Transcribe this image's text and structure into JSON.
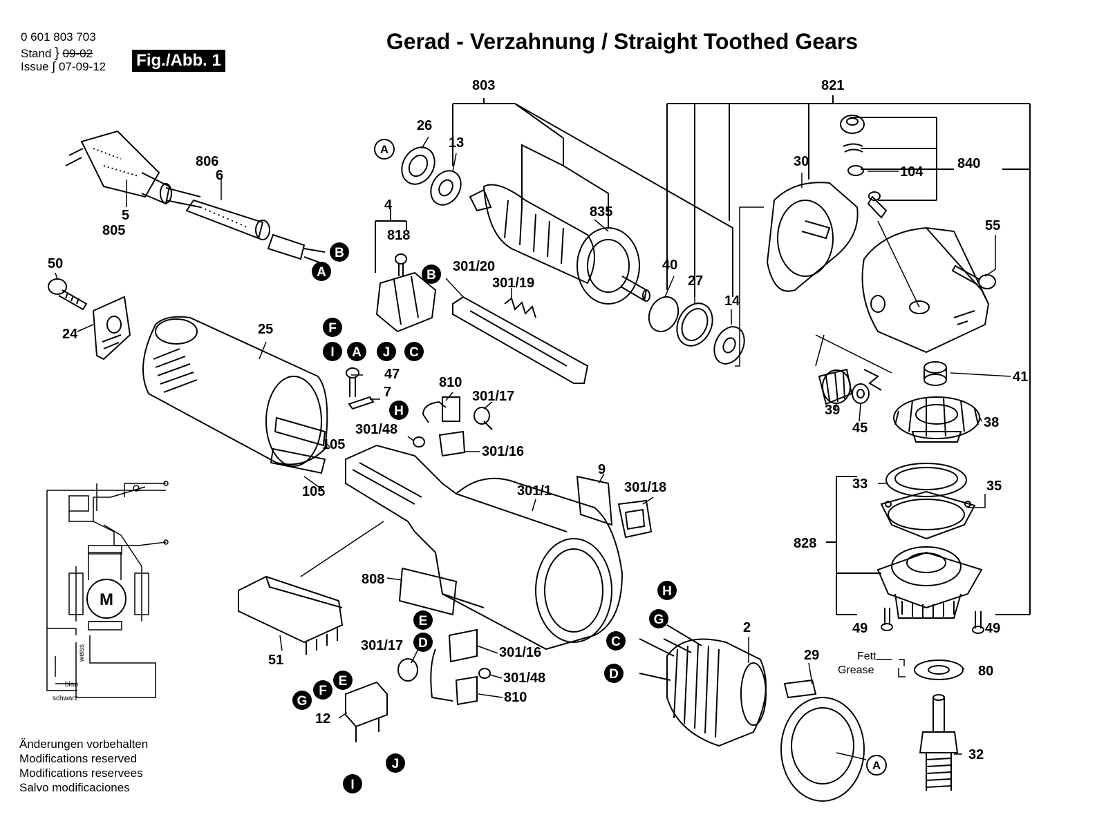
{
  "header": {
    "part_number": "0 601 803 703",
    "stand_label": "Stand",
    "stand_date": "09-02",
    "issue_label": "Issue",
    "issue_date": "07-09-12",
    "fig_badge": "Fig./Abb. 1",
    "title": "Gerad - Verzahnung / Straight Toothed Gears"
  },
  "notes": [
    "Änderungen vorbehalten",
    "Modifications reserved",
    "Modifications reservees",
    "Salvo modificaciones"
  ],
  "part_labels": {
    "p803": "803",
    "p821": "821",
    "p26": "26",
    "p13": "13",
    "p806": "806",
    "p6": "6",
    "p5": "5",
    "p805": "805",
    "p30": "30",
    "p840": "840",
    "p104": "104",
    "p835": "835",
    "p4": "4",
    "p818": "818",
    "p55": "55",
    "p50": "50",
    "p301_20": "301/20",
    "p301_19": "301/19",
    "p40": "40",
    "p27": "27",
    "p14": "14",
    "p24": "24",
    "p25": "25",
    "p47": "47",
    "p7": "7",
    "p810a": "810",
    "p301_17a": "301/17",
    "p301_48a": "301/48",
    "p301_16a": "301/16",
    "p105a": "105",
    "p105b": "105",
    "p9": "9",
    "p301_1": "301/1",
    "p301_18": "301/18",
    "p39": "39",
    "p45": "45",
    "p41": "41",
    "p38": "38",
    "p33": "33",
    "p35": "35",
    "p828": "828",
    "p808": "808",
    "p51": "51",
    "p301_17b": "301/17",
    "p301_16b": "301/16",
    "p301_48b": "301/48",
    "p810b": "810",
    "p12": "12",
    "p2": "2",
    "p29": "29",
    "p49a": "49",
    "p49b": "49",
    "p80": "80",
    "p32": "32",
    "fett": "Fett",
    "grease": "Grease"
  },
  "connector_tags": {
    "A_outline_top": "A",
    "B1": "B",
    "A1": "A",
    "B2": "B",
    "F1": "F",
    "I1": "I",
    "A2": "A",
    "J1": "J",
    "C1": "C",
    "H1": "H",
    "E1": "E",
    "D1": "D",
    "H2": "H",
    "G1": "G",
    "C2": "C",
    "D2": "D",
    "G2": "G",
    "F2": "F",
    "E2": "E",
    "I2": "I",
    "J2": "J",
    "A_outline_bottom": "A"
  },
  "schematic": {
    "motor": "M",
    "wire_weiss": "weiss",
    "wire_blau": "blau",
    "wire_schwarz": "schwarz"
  },
  "colors": {
    "ink": "#000000",
    "paper": "#ffffff"
  }
}
